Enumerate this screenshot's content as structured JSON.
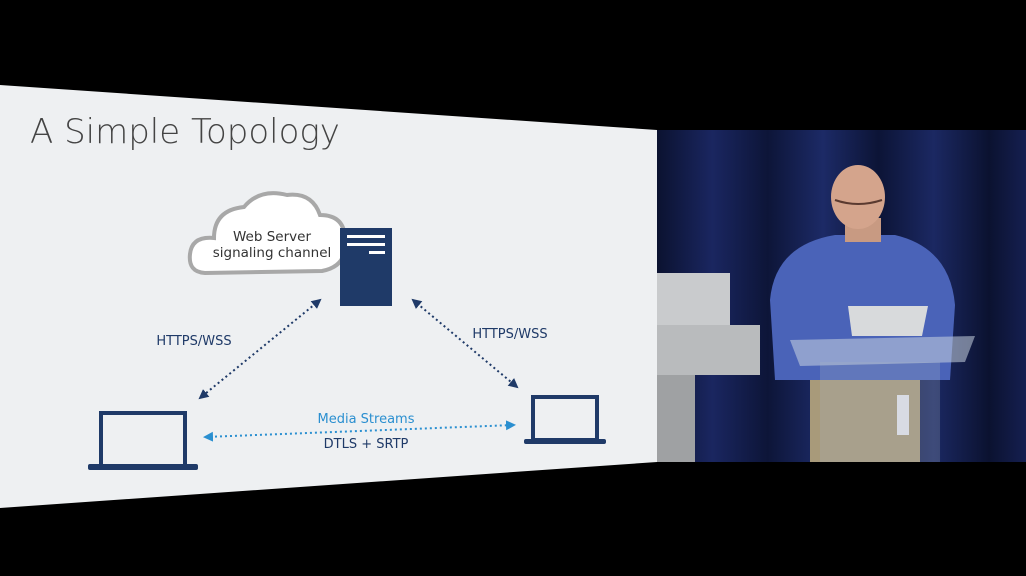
{
  "slide": {
    "title": "A Simple Topology",
    "cloud_line1": "Web Server",
    "cloud_line2": "signaling channel",
    "left_link_label": "HTTPS/WSS",
    "right_link_label": "HTTPS/WSS",
    "media_label": "Media Streams",
    "media_protocol": "DTLS + SRTP"
  },
  "colors": {
    "slide_bg": "#eef0f2",
    "navy": "#1f3a68",
    "accent_blue": "#2a8fd0",
    "cloud_stroke": "#a8a8a8",
    "title_text": "#444444"
  },
  "icons": {
    "cloud": "cloud-icon",
    "server": "server-icon",
    "laptop_left": "laptop-icon",
    "laptop_right": "laptop-icon"
  }
}
